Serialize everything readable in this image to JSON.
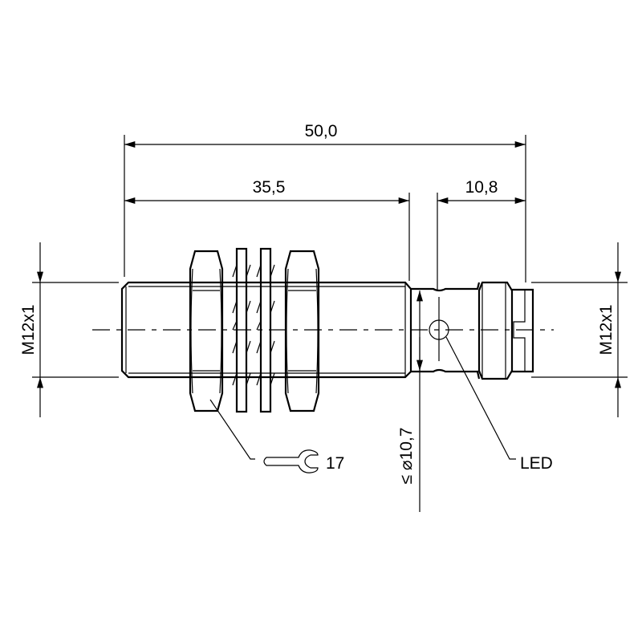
{
  "drawing": {
    "dimensions": {
      "overall_length": "50,0",
      "thread_length": "35,5",
      "connector_length": "10,8",
      "thread_left": "M12x1",
      "thread_right": "M12x1",
      "max_diameter": "≤ ⌀10,7"
    },
    "callouts": {
      "wrench_size": "17",
      "led": "LED"
    },
    "icons": [
      "wrench-icon"
    ],
    "colors": {
      "line": "#000000",
      "background": "#ffffff"
    }
  }
}
